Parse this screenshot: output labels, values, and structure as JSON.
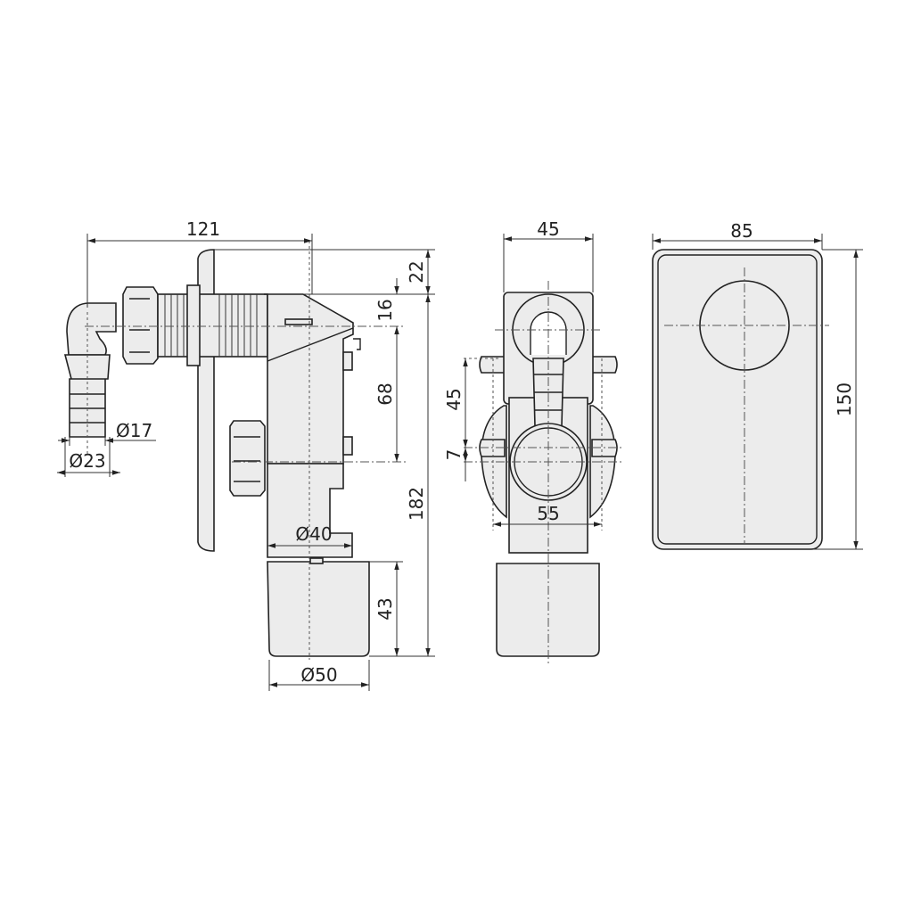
{
  "side_view": {
    "width_121": "121",
    "dim_22": "22",
    "dim_16": "16",
    "dim_68": "68",
    "dim_182": "182",
    "dim_43": "43",
    "dia_17": "Ø17",
    "dia_23": "Ø23",
    "dia_40": "Ø40",
    "dia_50": "Ø50"
  },
  "front_view": {
    "width_45": "45",
    "dim_45": "45",
    "dim_7": "7",
    "width_55": "55"
  },
  "cover_view": {
    "width_85": "85",
    "height_150": "150"
  },
  "colors": {
    "fill": "#ececec",
    "line": "#222222"
  }
}
